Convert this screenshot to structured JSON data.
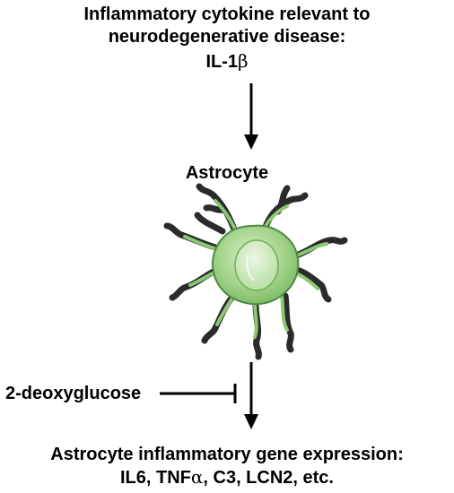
{
  "cytokine": {
    "title_line1": "Inflammatory cytokine relevant to",
    "title_line2": "neurodegenerative disease:",
    "name_prefix": "IL-1",
    "name_greek": "β"
  },
  "cell": {
    "label": "Astrocyte"
  },
  "inhibitor": {
    "label": "2-deoxyglucose"
  },
  "outcome": {
    "title": "Astrocyte inflammatory gene expression:",
    "genes_part1": "IL6, TNF",
    "genes_greek": "α",
    "genes_part2": ", C3, LCN2, etc."
  },
  "colors": {
    "cell_fill": "#9fd188",
    "cell_nucleus": "#c4e6b3",
    "cell_outline": "#3b7d32",
    "process_dark": "#2b2b2b",
    "arrow": "#000000"
  }
}
